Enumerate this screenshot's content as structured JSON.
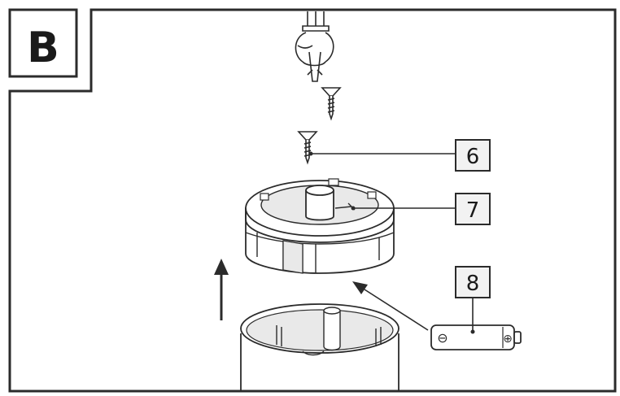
{
  "panel": {
    "step_letter": "B"
  },
  "callouts": [
    {
      "number": "6",
      "target": "screw"
    },
    {
      "number": "7",
      "target": "lamp-head-cap"
    },
    {
      "number": "8",
      "target": "battery"
    }
  ],
  "battery": {
    "minus_symbol": "⊖",
    "plus_symbol": "⊕"
  },
  "colors": {
    "line": "#2b2b2b",
    "fill": "#ffffff",
    "shade": "#e9e9e9",
    "callout_fill": "#f2f2f2"
  }
}
